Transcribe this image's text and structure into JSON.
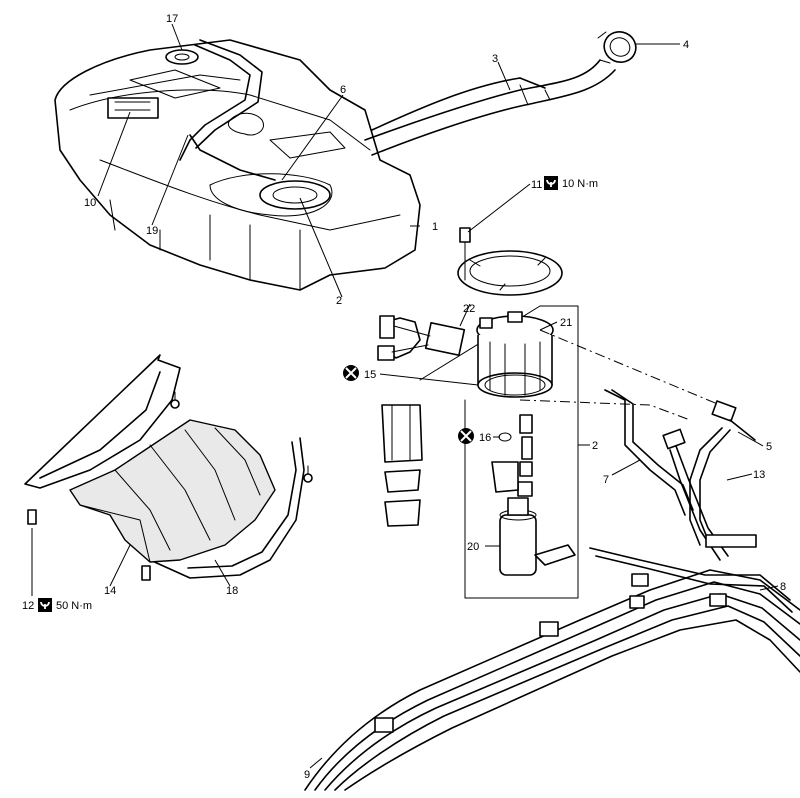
{
  "callouts": [
    "1",
    "2",
    "2",
    "3",
    "4",
    "5",
    "6",
    "7",
    "8",
    "9",
    "10",
    "11",
    "12",
    "13",
    "14",
    "15",
    "16",
    "17",
    "18",
    "19",
    "20",
    "21",
    "22"
  ],
  "torque_specs": {
    "upper": {
      "ref": "11",
      "value": "10 N·m"
    },
    "lower": {
      "ref": "12",
      "value": "50 N·m"
    }
  },
  "icons": [
    "torque-wrench-icon",
    "do-not-reuse-icon"
  ]
}
